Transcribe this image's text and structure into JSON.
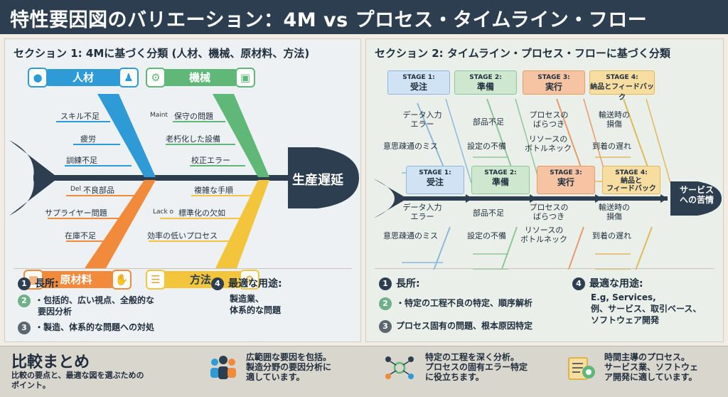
{
  "header": {
    "title": "特性要因図のバリエーション：4M vs プロセス・タイムライン・フロー"
  },
  "left": {
    "section_title": "セクション 1: 4Mに基づく分類 (人材、機械、原材料、方法)",
    "categories": {
      "people": "人材",
      "machine": "機械",
      "material": "原材料",
      "method": "方法"
    },
    "effect": "生産遅延",
    "people_causes": [
      "スキル不足",
      "疲労",
      "訓練不足"
    ],
    "machine_causes": [
      "保守の問題",
      "老朽化した設備",
      "校正エラー"
    ],
    "machine_prefix": "Maint",
    "material_causes": [
      "不良部品",
      "サプライヤー問題",
      "在庫不足"
    ],
    "material_prefix": "Del",
    "method_causes": [
      "複雑な手順",
      "標準化の欠如",
      "効率の低いプロセス"
    ],
    "method_prefix": "Lack o",
    "info": {
      "n1": "1",
      "n2": "2",
      "n3": "3",
      "n4": "4",
      "pros_title": "長所:",
      "pros_1": "・包括的、広い視点、全般的な",
      "pros_1b": "要因分析",
      "pros_2": "・製造、体系的な問題への対処",
      "use_title": "最適な用途:",
      "use_1": "製造業、",
      "use_2": "体系的な問題"
    }
  },
  "right": {
    "section_title": "セクション 2: タイムライン・プロセス・フローに基づく分類",
    "stages_top": [
      {
        "code": "STAGE 1:",
        "name": "受注"
      },
      {
        "code": "STAGE 2:",
        "name": "準備"
      },
      {
        "code": "STAGE 3:",
        "name": "実行"
      },
      {
        "code": "STAGE 4:",
        "name": "納品とフィードバック"
      }
    ],
    "stages_mid": [
      {
        "code": "STAGE 1:",
        "name": "受注"
      },
      {
        "code": "STAGE 2:",
        "name": "準備"
      },
      {
        "code": "STAGE 3:",
        "name": "実行"
      },
      {
        "code": "STAGE 4:",
        "name": "納品と",
        "name2": "フィードバック"
      }
    ],
    "effect_1": "サービス",
    "effect_2": "への苦情",
    "causes": {
      "s1a_1": "データ入力",
      "s1a_2": "エラー",
      "s1b": "意思疎通のミス",
      "s2a": "部品不足",
      "s2b": "設定の不備",
      "s3a_1": "プロセスの",
      "s3a_2": "ばらつき",
      "s3b_1": "リソースの",
      "s3b_2": "ボトルネック",
      "s4a_1": "輸送時の",
      "s4a_2": "損傷",
      "s4b": "到着の遅れ"
    },
    "info": {
      "n1": "1",
      "n2": "2",
      "n3": "3",
      "n4": "4",
      "pros_title": "長所:",
      "pros_1": "・特定の工程不良の特定、順序解析",
      "pros_2": "プロセス固有の問題、根本原因特定",
      "use_title": "最適な用途:",
      "use_1": "E.g, Services,",
      "use_2": "例、サービス、取引ベース、",
      "use_3": "ソフトウェア開発"
    }
  },
  "summary": {
    "title": "比較まとめ",
    "sub_1": "比較の要点と、最適な図を選ぶための",
    "sub_2": "ポイント。",
    "item1_1": "広範囲な要因を包括。",
    "item1_2": "製造分野の要因分析に",
    "item1_3": "適しています。",
    "item2_1": "特定の工程を深く分析。",
    "item2_2": "プロセスの固有エラー特定",
    "item2_3": "に役立ちます。",
    "item3_1": "時間主導のプロセス。",
    "item3_2": "サービス業、ソフトウェ",
    "item3_3": "ア開発に適しています。"
  },
  "colors": {
    "header": "#2c3e50",
    "people": "#2f9bd6",
    "machine": "#5fb878",
    "material": "#f28a3c",
    "method": "#f2c53d",
    "stage1": "#cfe3f5",
    "stage2": "#cde8cf",
    "stage3": "#f7c4a3",
    "stage4": "#f7dda0"
  }
}
